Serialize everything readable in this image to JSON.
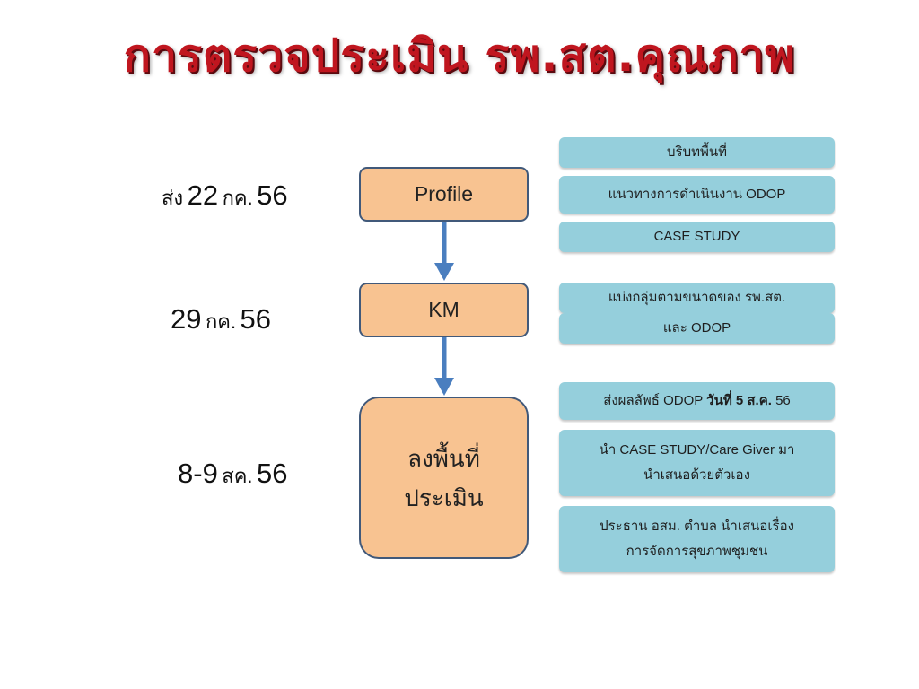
{
  "title": "การตรวจประเมิน รพ.สต.คุณภาพ",
  "timeline": [
    {
      "prefix": "ส่ง",
      "day": "22",
      "month": "กค.",
      "year": "56"
    },
    {
      "prefix": "",
      "day": "29",
      "month": "กค.",
      "year": "56"
    },
    {
      "prefix": "",
      "day": "8-9",
      "month": "สค.",
      "year": "56"
    }
  ],
  "stages": [
    {
      "line1": "Profile",
      "line2": ""
    },
    {
      "line1": "KM",
      "line2": ""
    },
    {
      "line1": "ลงพื้นที่",
      "line2": "ประเมิน"
    }
  ],
  "notes": {
    "profile": [
      "บริบทพื้นที่",
      "แนวทางการดำเนินงาน ODOP",
      "CASE STUDY"
    ],
    "km": [
      "แบ่งกลุ่มตามขนาดของ รพ.สต.",
      "และ ODOP"
    ],
    "field": {
      "submit_prefix": "ส่งผลลัพธ์ ODOP ",
      "submit_bold": "วันที่ 5 ส.ค.",
      "submit_suffix": " 56",
      "case_line1": "นำ CASE STUDY/Care Giver มา",
      "case_line2": "นำเสนอด้วยตัวเอง",
      "chair_line1": "ประธาน อสม. ตำบล นำเสนอเรื่อง",
      "chair_line2": "การจัดการสุขภาพชุมชน"
    }
  },
  "colors": {
    "title": "#c0161f",
    "stage_fill": "#f8c391",
    "stage_border": "#41597a",
    "note_fill": "#95cfdc",
    "arrow": "#4a7ebf"
  }
}
